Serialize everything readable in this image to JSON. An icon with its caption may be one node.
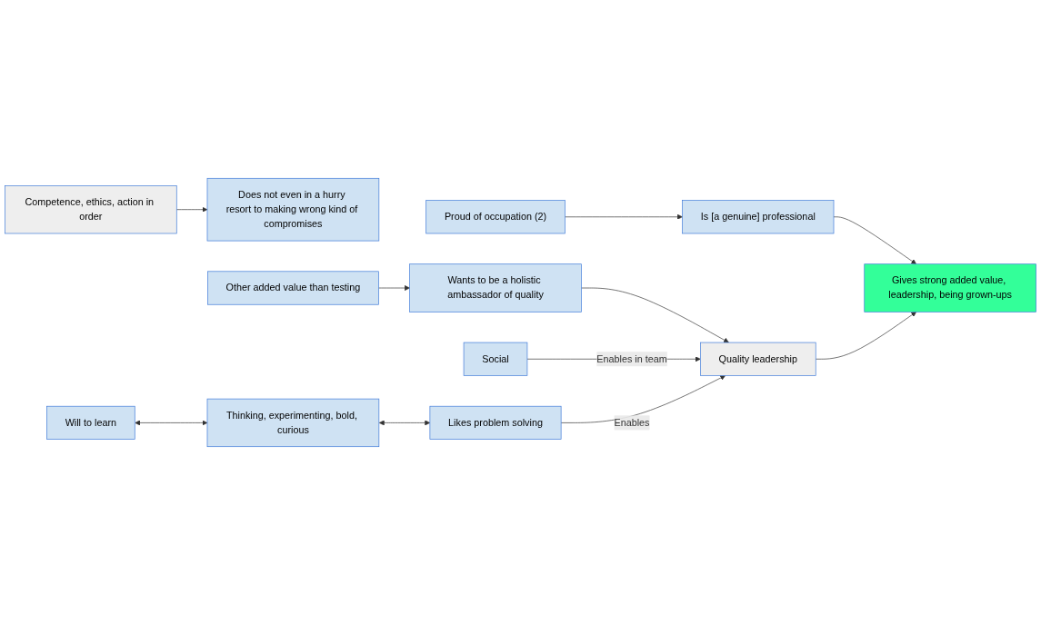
{
  "diagram": {
    "nodes": [
      {
        "text": [
          "Proud of occupation (2)"
        ]
      },
      {
        "text": [
          "Is [a genuine] professional"
        ]
      },
      {
        "text": [
          "Gives strong added value, leadership, being grown-ups"
        ]
      },
      {
        "text": [
          "Does not even in a hurry resort to making wrong kind of compromises"
        ]
      },
      {
        "text": [
          "Competence, ethics, action in order"
        ]
      },
      {
        "text": [
          "Other added value than testing"
        ]
      },
      {
        "text": [
          "Wants to be a holistic ambassador of quality"
        ]
      },
      {
        "text": [
          "Quality leadership"
        ]
      },
      {
        "text": [
          "Social"
        ]
      },
      {
        "text": [
          "Will to learn"
        ]
      },
      {
        "text": [
          "Thinking, experimenting, bold, curious"
        ]
      },
      {
        "text": [
          "Likes problem solving"
        ]
      }
    ],
    "edges": [
      {
        "from": 0,
        "to": 1,
        "arrow": "to"
      },
      {
        "from": 1,
        "to": 2,
        "arrow": "to"
      },
      {
        "from": 4,
        "to": 3,
        "arrow": "to"
      },
      {
        "from": 5,
        "to": 6,
        "arrow": "to"
      },
      {
        "from": 6,
        "to": 7,
        "arrow": "to"
      },
      {
        "from": 8,
        "to": 7,
        "arrow": "to",
        "label": "Enables in team"
      },
      {
        "from": 7,
        "to": 2,
        "arrow": "to"
      },
      {
        "from": 11,
        "to": 7,
        "arrow": "to",
        "label": "Enables"
      },
      {
        "from": 9,
        "to": 10,
        "arrow": "both"
      },
      {
        "from": 10,
        "to": 11,
        "arrow": "both"
      }
    ]
  }
}
